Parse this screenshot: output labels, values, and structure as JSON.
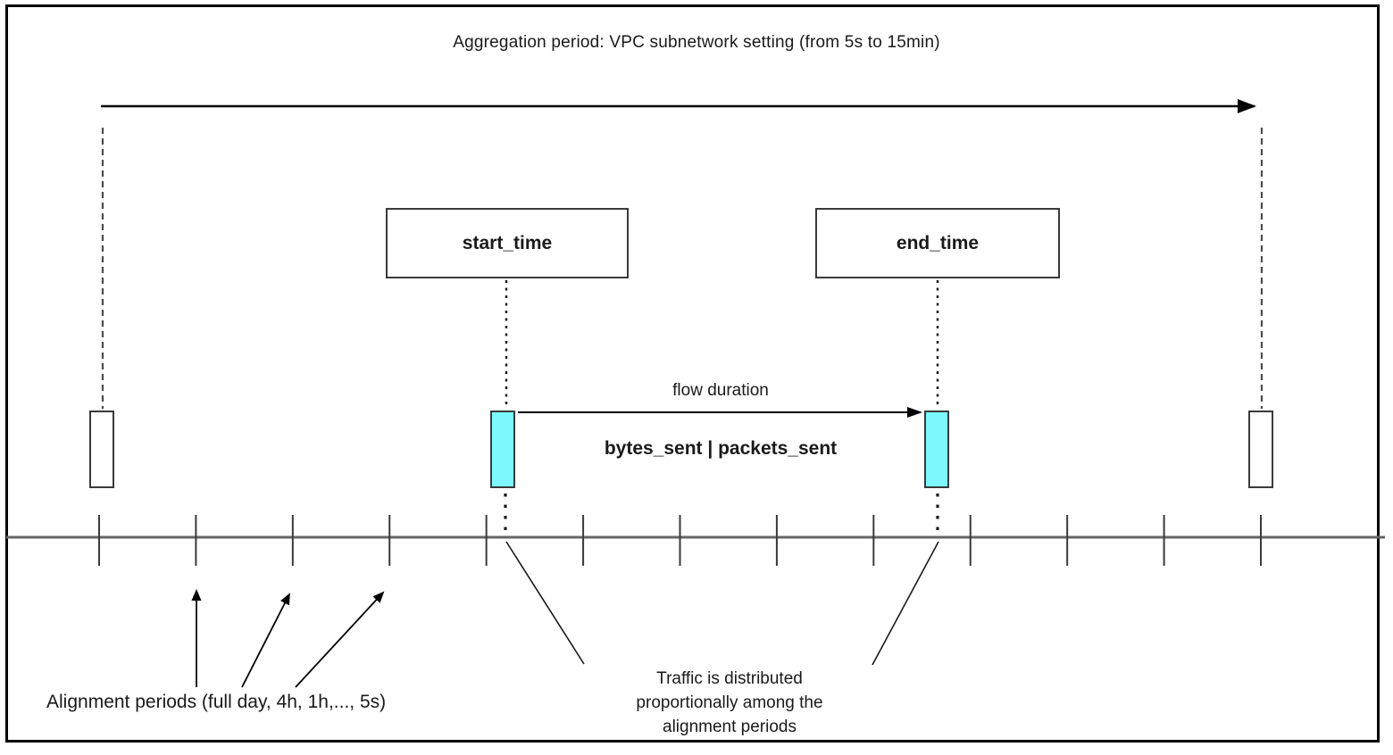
{
  "title": "Aggregation period: VPC subnetwork setting (from 5s to 15min)",
  "boxes": {
    "start_time": "start_time",
    "end_time": "end_time"
  },
  "labels": {
    "flow_duration": "flow duration",
    "metrics": "bytes_sent | packets_sent",
    "alignment_periods": "Alignment periods (full day, 4h, 1h,..., 5s)",
    "traffic_note": "Traffic is distributed\nproportionally among the\nalignment periods"
  },
  "colors": {
    "flow_bar_fill": "#7df8ff",
    "timeline": "#666666",
    "outline": "#3a3a3a",
    "frame_border": "#000000"
  },
  "timeline": {
    "tick_count": 13
  }
}
